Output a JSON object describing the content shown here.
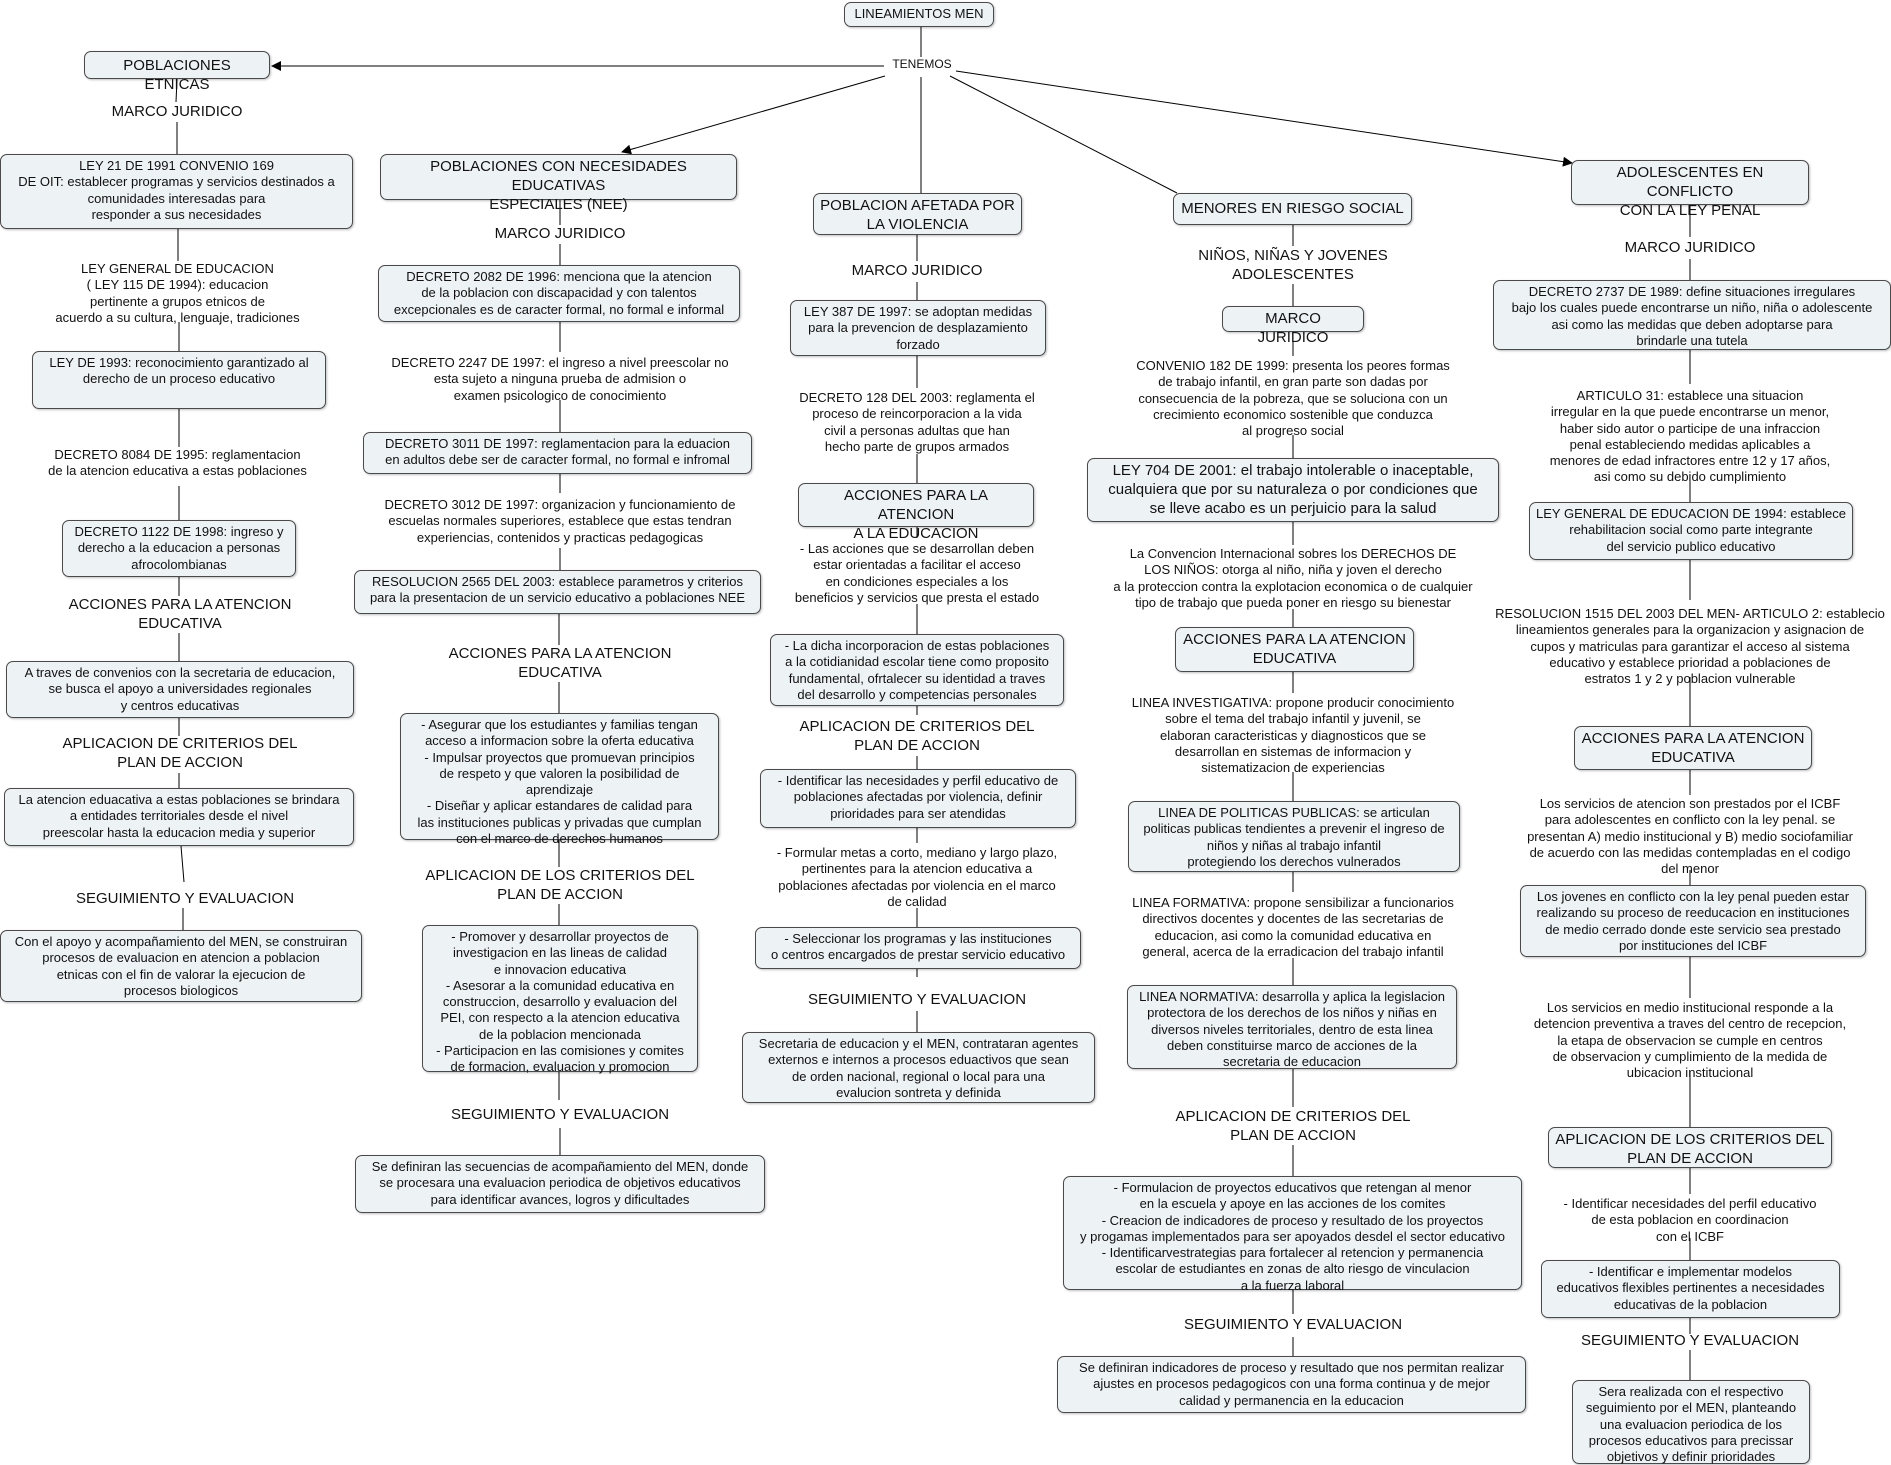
{
  "root": "LINEAMIENTOS MEN",
  "tenemos": "TENEMOS",
  "etnicas": {
    "title": "POBLACIONES ETNICAS",
    "marco": "MARCO JURIDICO",
    "ley21": "LEY 21 DE 1991 CONVENIO 169\nDE OIT: establecer programas y servicios destinados a\ncomunidades interesadas para\nresponder a sus necesidades",
    "ley_general": "LEY GENERAL DE EDUCACION\n( LEY 115 DE 1994): educacion\npertinente a grupos etnicos de\nacuerdo a su cultura, lenguaje, tradiciones",
    "ley1993": "LEY  DE 1993: reconocimiento garantizado al\nderecho de un proceso educativo",
    "decreto8084": "DECRETO 8084 DE 1995: reglamentacion\nde la atencion educativa a estas poblaciones",
    "decreto1122": "DECRETO 1122 DE 1998: ingreso y\nderecho a la educacion a personas\nafrocolombianas",
    "acciones": "ACCIONES PARA LA ATENCION\nEDUCATIVA",
    "convenios": "A traves de convenios con la secretaria de educacion,\nse busca el apoyo a universidades regionales\ny centros educativas",
    "aplicacion": "APLICACION DE CRITERIOS DEL\nPLAN DE ACCION",
    "atencion": "La atencion eduacativa a estas poblaciones se brindara\na entidades territoriales desde el nivel\npreescolar hasta la educacion media y superior",
    "seguimiento": "SEGUIMIENTO Y EVALUACION",
    "apoyo": "Con el apoyo y acompañamiento del MEN, se construiran\nprocesos de evaluacion en atencion a poblacion\netnicas con el fin de valorar la ejecucion de\nprocesos biologicos"
  },
  "nee": {
    "title": "POBLACIONES CON NECESIDADES EDUCATIVAS\nESPECIALES (NEE)",
    "marco": "MARCO JURIDICO",
    "decreto2082": "DECRETO 2082 DE 1996: menciona que la atencion\nde la poblacion con discapacidad y con talentos\nexcepcionales es de caracter formal, no formal e informal",
    "decreto2247": "DECRETO 2247 DE 1997: el ingreso a nivel preescolar no\nesta sujeto a ninguna prueba de admision o\nexamen psicologico de conocimiento",
    "decreto3011": "DECRETO 3011 DE 1997: reglamentacion para la eduacion\nen adultos debe ser de caracter formal, no formal e infromal",
    "decreto3012": "DECRETO 3012 DE 1997: organizacion y funcionamiento de\nescuelas normales superiores, establece que estas tendran\nexperiencias, contenidos y practicas pedagogicas",
    "resolucion2565": "RESOLUCION 2565 DEL 2003: establece parametros y criterios\npara la presentacion de un servicio educativo a poblaciones NEE",
    "acciones": "ACCIONES PARA LA ATENCION\nEDUCATIVA",
    "acciones_det": "- Asegurar que los estudiantes y familias tengan\nacceso a informacion sobre la oferta educativa\n- Impulsar proyectos que promuevan principios\nde respeto y que valoren la posibilidad de\naprendizaje\n- Diseñar y aplicar estandares de calidad para\nlas instituciones publicas y privadas que cumplan\ncon el marco de derechos humanos",
    "aplicacion": "APLICACION DE LOS CRITERIOS DEL\nPLAN DE ACCION",
    "aplicacion_det": "- Promover y desarrollar proyectos de\ninvestigacion en las lineas de calidad\ne innovacion educativa\n- Asesorar a la comunidad educativa en\nconstruccion, desarrollo y evaluacion del\nPEI, con respecto a la atencion educativa\nde la poblacion mencionada\n- Participacion en las comisiones y comites\nde formacion, evaluacion y promocion",
    "seguimiento": "SEGUIMIENTO Y EVALUACION",
    "seguimiento_det": "Se definiran las secuencias de acompañamiento del MEN, donde\nse procesara una evaluacion periodica de objetivos educativos\npara identificar avances, logros y dificultades"
  },
  "violencia": {
    "title": "POBLACION AFETADA POR\nLA VIOLENCIA",
    "marco": "MARCO JURIDICO",
    "ley387": "LEY 387 DE 1997: se adoptan medidas\npara la prevencion de desplazamiento\nforzado",
    "decreto128": "DECRETO 128 DEL 2003: reglamenta el\nproceso de reincorporacion a la vida\ncivil a personas adultas que han\nhecho parte de grupos armados",
    "acciones": "ACCIONES PARA LA ATENCION\nA LA EDUCACION",
    "acciones_det": "- Las acciones que se desarrollan deben\nestar orientadas a facilitar el acceso\nen condiciones especiales a los\nbeneficios y servicios que presta el estado",
    "incorporacion": "- La dicha incorporacion de estas poblaciones\na la cotidianidad escolar tiene como proposito\nfundamental, ofrtalecer su identidad a traves\ndel desarrollo y competencias personales",
    "aplicacion": "APLICACION DE CRITERIOS DEL\nPLAN DE ACCION",
    "identificar": "- Identificar las necesidades y perfil educativo de\npoblaciones afectadas por violencia, definir\nprioridades para ser atendidas",
    "formular": "- Formular metas a corto, mediano y largo plazo,\npertinentes para la atencion educativa a\npoblaciones afectadas por violencia en el marco\nde calidad",
    "seleccionar": "- Seleccionar los programas y las instituciones\no centros encargados de prestar servicio educativo",
    "seguimiento": "SEGUIMIENTO Y EVALUACION",
    "seguimiento_det": "Secretaria de educacion y el MEN, contrataran agentes\nexternos e internos a procesos eduactivos que sean\nde orden nacional, regional o local para una\nevalucion sontreta y definida"
  },
  "riesgo": {
    "title": "MENORES EN RIESGO SOCIAL",
    "sub": "NIÑOS, NIÑAS Y JOVENES\nADOLESCENTES",
    "marco": "MARCO JURIDICO",
    "convenio182": "CONVENIO 182 DE 1999: presenta los peores formas\nde trabajo infantil, en gran parte son dadas por\nconsecuencia de la pobreza, que se soluciona con un\ncrecimiento economico sostenible que conduzca\nal progreso social",
    "ley704": "LEY 704 DE 2001: el trabajo intolerable o inaceptable,\ncualquiera que por su naturaleza o por condiciones que\nse lleve acabo es un perjuicio para la salud",
    "convencion": "La Convencion Internacional sobres los DERECHOS DE\nLOS NIÑOS: otorga al niño, niña y joven el derecho\na la proteccion contra la explotacion economica o de cualquier\ntipo de trabajo que pueda poner en riesgo su bienestar",
    "acciones": "ACCIONES PARA LA ATENCION\nEDUCATIVA",
    "investigativa": "LINEA INVESTIGATIVA: propone producir conocimiento\nsobre el tema del trabajo infantil y juvenil, se\nelaboran caracteristicas y diagnosticos que se\ndesarrollan en sistemas de informacion y\nsistematizacion de experiencias",
    "politicas": "LINEA DE POLITICAS PUBLICAS: se articulan\npoliticas publicas tendientes a prevenir el ingreso de\nniños y niñas al trabajo infantil\nprotegiendo los derechos vulnerados",
    "formativa": "LINEA FORMATIVA: propone sensibilizar a funcionarios\ndirectivos docentes y docentes de las secretarias de\neducacion, asi como la comunidad educativa en\ngeneral, acerca de la erradicacion del trabajo infantil",
    "normativa": "LINEA NORMATIVA: desarrolla y aplica la legislacion\nprotectora de los derechos de los niños y niñas en\ndiversos niveles territoriales, dentro de esta linea\ndeben constituirse marco de acciones de la\nsecretaria de educacion",
    "aplicacion": "APLICACION DE CRITERIOS DEL\nPLAN DE ACCION",
    "aplicacion_det": "- Formulacion de proyectos educativos que retengan al menor\nen la escuela y apoye en las acciones de los comites\n- Creacion de indicadores de proceso y resultado de los proyectos\ny progamas implementados para ser apoyados desdel el sector educativo\n- Identificarvestrategias para fortalecer al retencion y permanencia\nescolar de estudiantes en zonas de alto riesgo de vinculacion\na la fuerza laboral",
    "seguimiento": "SEGUIMIENTO Y EVALUACION",
    "seguimiento_det": "Se definiran indicadores de proceso y resultado que nos permitan realizar\najustes en procesos pedagogicos con una forma continua y de mejor\ncalidad y permanencia en la educacion"
  },
  "adolescentes": {
    "title": "ADOLESCENTES EN CONFLICTO\nCON LA LEY PENAL",
    "marco": "MARCO JURIDICO",
    "decreto2737": "DECRETO 2737 DE 1989: define situaciones irregulares\nbajo los cuales puede encontrarse un niño, niña o adolescente\nasi como las medidas que deben adoptarse para\nbrindarle una tutela",
    "articulo31": "ARTICULO 31: establece una situacion\nirregular en la que puede encontrarse un menor,\nhaber sido autor o participe de una infraccion\npenal estableciendo medidas aplicables a\nmenores de edad infractores entre 12 y 17 años,\nasi como su debido cumplimiento",
    "ley_general": "LEY GENERAL DE EDUCACION DE 1994: establece\nrehabilitacion social como parte integrante\ndel servicio publico educativo",
    "resolucion1515": "RESOLUCION 1515 DEL 2003 DEL MEN- ARTICULO 2: establecio\nlineamientos generales para la organizacion y asignacion de\ncupos y matriculas para garantizar el acceso al sistema\neducativo y establece prioridad a poblaciones de\nestratos 1 y 2 y poblacion vulnerable",
    "acciones": "ACCIONES PARA LA ATENCION\nEDUCATIVA",
    "servicios_icbf": "Los servicios de atencion son prestados por el ICBF\npara adolescentes en conflicto con la ley penal. se\npresentan A) medio institucional y B) medio sociofamiliar\nde acuerdo con las medidas contempladas en el codigo\ndel menor",
    "jovenes": "Los jovenes en conflicto con la ley penal pueden estar\nrealizando su proceso de reeducacion en instituciones\nde medio cerrado donde este servicio sea prestado\npor instituciones del ICBF",
    "medio_inst": "Los servicios en medio institucional responde a la\ndetencion preventiva a traves del centro de recepcion,\nla etapa de observacion se cumple en centros\nde observacion y cumplimiento de la medida de\nubicacion institucional",
    "aplicacion": "APLICACION DE LOS CRITERIOS DEL\nPLAN DE ACCION",
    "identificar": "- Identificar necesidades del perfil educativo\nde esta poblacion en coordinacion\ncon el ICBF",
    "modelos": "- Identificar e implementar modelos\neducativos flexibles pertinentes a necesidades\neducativas de la poblacion",
    "seguimiento": "SEGUIMIENTO Y EVALUACION",
    "seguimiento_det": "Sera realizada con el respectivo\nseguimiento por el MEN, planteando\nuna evaluacion periodica de los\nprocesos educativos para precissar\nobjetivos y definir prioridades"
  }
}
